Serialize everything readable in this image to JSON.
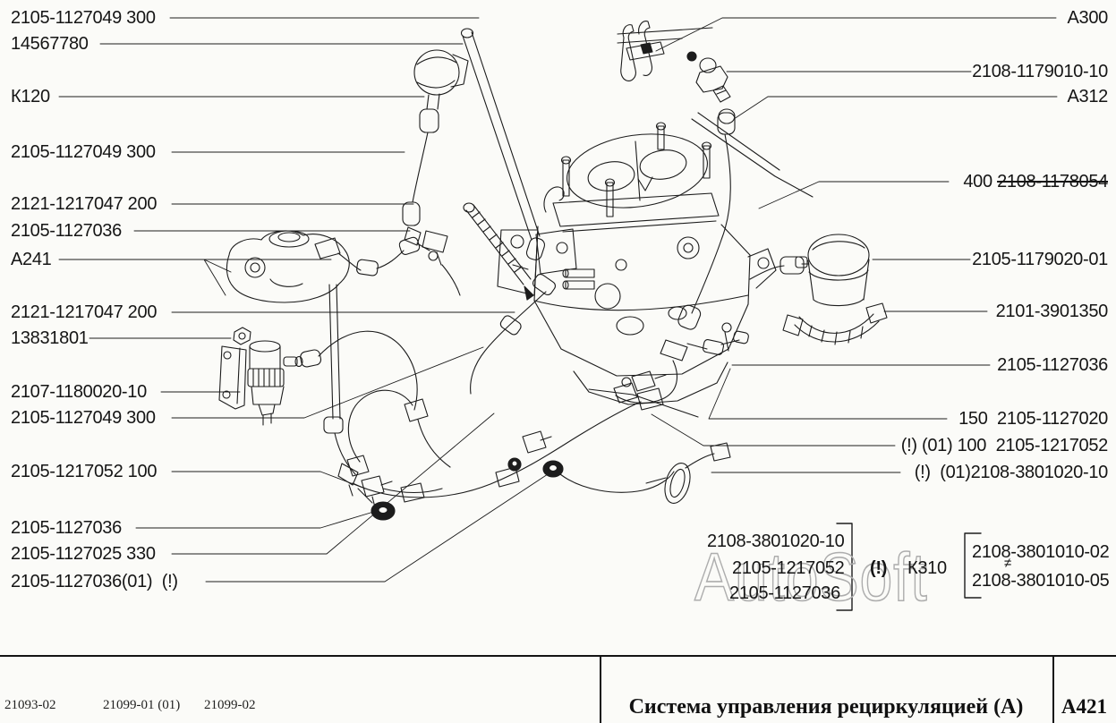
{
  "watermark": "AutoSoft",
  "labels": {
    "left": [
      "2105-1127049 300",
      "14567780",
      "К120",
      "2105-1127049 300",
      "2121-1217047 200",
      "2105-1127036",
      "А241",
      "2121-1217047 200",
      "13831801",
      "2107-1180020-10",
      "2105-1127049 300",
      "2105-1217052 100",
      "2105-1127036",
      "2105-1127025 330",
      "2105-1127036(01)  (!)"
    ],
    "right": {
      "0": "А300",
      "1": "2108-1179010-10",
      "2": "А312",
      "3": {
        "prefix": "400 ",
        "struck": "2108-1178054"
      },
      "4": "2105-1179020-01",
      "5": "2101-3901350",
      "6": "2105-1127036",
      "7": "150  2105-1127020",
      "8": "(!) (01) 100  2105-1217052",
      "9": "(!)  (01)2108-3801020-10"
    }
  },
  "bottom_group": {
    "hose_stack": [
      "2108-3801020-10",
      "2105-1217052",
      "2105-1127036"
    ],
    "note": "(!)",
    "code": "К310",
    "alt_stack": {
      "top": "2108-3801010-02",
      "separator": "≠",
      "bottom": "2108-3801010-05"
    }
  },
  "footer": {
    "models": [
      "21093-02",
      "21099-01 (01)",
      "21099-02"
    ],
    "title": "Система управления рециркуляцией (А)",
    "code": "А421"
  }
}
